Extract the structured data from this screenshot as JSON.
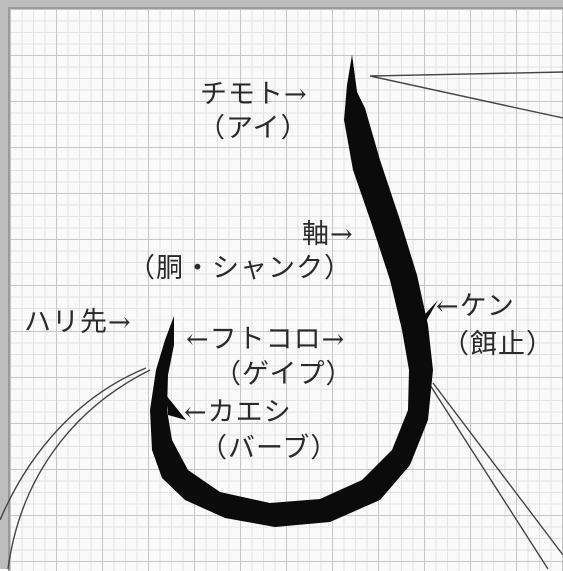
{
  "labels": {
    "eye": "チモト→",
    "eye_alt": "（アイ）",
    "shank": "軸→",
    "shank_alt": "（胴・シャンク）",
    "point": "ハリ先→",
    "gape": "←フトコロ→",
    "gape_alt": "（ゲイプ）",
    "barb": "←カエシ",
    "barb_alt": "（バーブ）",
    "ken": "←ケン",
    "ken_alt": "（餌止）"
  }
}
